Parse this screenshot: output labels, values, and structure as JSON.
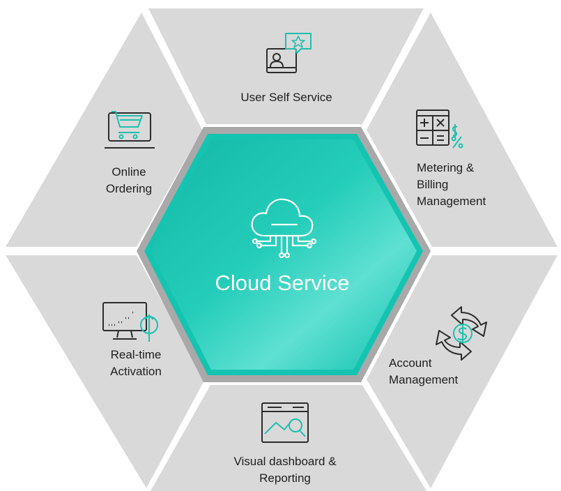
{
  "colors": {
    "segment_fill": "#d9d9d9",
    "segment_gap": "#ffffff",
    "hub_outer": "#a9a9a9",
    "hub_fill": "#17c7b4",
    "icon_dark": "#2b2b2b",
    "icon_accent": "#1fbfad"
  },
  "center": {
    "title": "Cloud Service",
    "icon": "cloud-network-icon"
  },
  "segments": {
    "top": {
      "label": "User Self Service",
      "icon": "user-review-icon"
    },
    "upper_left": {
      "line1": "Online",
      "line2": "Ordering",
      "icon": "shopping-cart-laptop-icon"
    },
    "upper_right": {
      "line1": "Metering &",
      "line2": "Billing",
      "line3": "Management",
      "icon": "calculator-billing-icon"
    },
    "lower_left": {
      "line1": "Real-time",
      "line2": "Activation",
      "icon": "monitor-activation-icon"
    },
    "lower_right": {
      "line1": "Account",
      "line2": "Management",
      "icon": "account-exchange-icon"
    },
    "bottom": {
      "line1": "Visual dashboard &",
      "line2": "Reporting",
      "icon": "analytics-dashboard-icon"
    }
  }
}
